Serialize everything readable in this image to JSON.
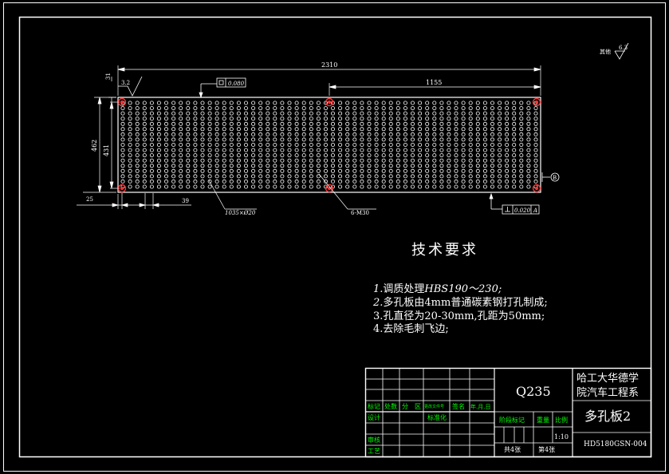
{
  "colors": {
    "background": "#000000",
    "line": "#ffffff",
    "title_block_label": "#00ff00",
    "highlight": "#ff3333"
  },
  "plate": {
    "roughness_corner": "3.2",
    "roughness_other_label": "其他",
    "roughness_other_value": "6.3",
    "dims": {
      "overall_length": "2310",
      "half_length": "1155",
      "height_outer": "462",
      "height_inner": "431",
      "top_offset": "31",
      "left_offset": "25",
      "hole_pitch": "39"
    },
    "flatness_value": "0.080",
    "perpendicularity_value": "0.020",
    "perpendicularity_datum": "A",
    "datum_symbol": "B",
    "hole_callout": "1035×Ø20",
    "thread_callout": "6-M30",
    "hole_grid": {
      "columns": 58,
      "rows": 17
    }
  },
  "tech_requirements": {
    "title": "技术要求",
    "items": [
      {
        "num": "1.",
        "text": "调质处理",
        "italic": "HBS190～230;"
      },
      {
        "num": "2.",
        "text": "多孔板由4mm普通碳素钢打孔制成;",
        "italic": ""
      },
      {
        "num": "3.",
        "text": "孔直径为20-30mm,孔距为50mm;",
        "italic": ""
      },
      {
        "num": "4.",
        "text": "去除毛刺飞边;",
        "italic": ""
      }
    ]
  },
  "title_block": {
    "material": "Q235",
    "school_line1": "哈工大华德学",
    "school_line2": "院汽车工程系",
    "part_name": "多孔板2",
    "drawing_no": "HD5180GSN-004",
    "scale": "1:10",
    "sheets_total": "共4张",
    "sheet_no": "第4张",
    "labels": {
      "biaoji": "标记",
      "chushu": "处数",
      "fenqu": "分　区",
      "gengai": "更改文件号",
      "qianming": "签名",
      "nianyueri": "年.月.日",
      "sheji": "设计",
      "biaozhunhua": "标准化",
      "jieduan": "阶段标记",
      "zhongliang": "重量",
      "bili": "比例",
      "shenhe": "审核",
      "gongyi": "工艺"
    }
  }
}
